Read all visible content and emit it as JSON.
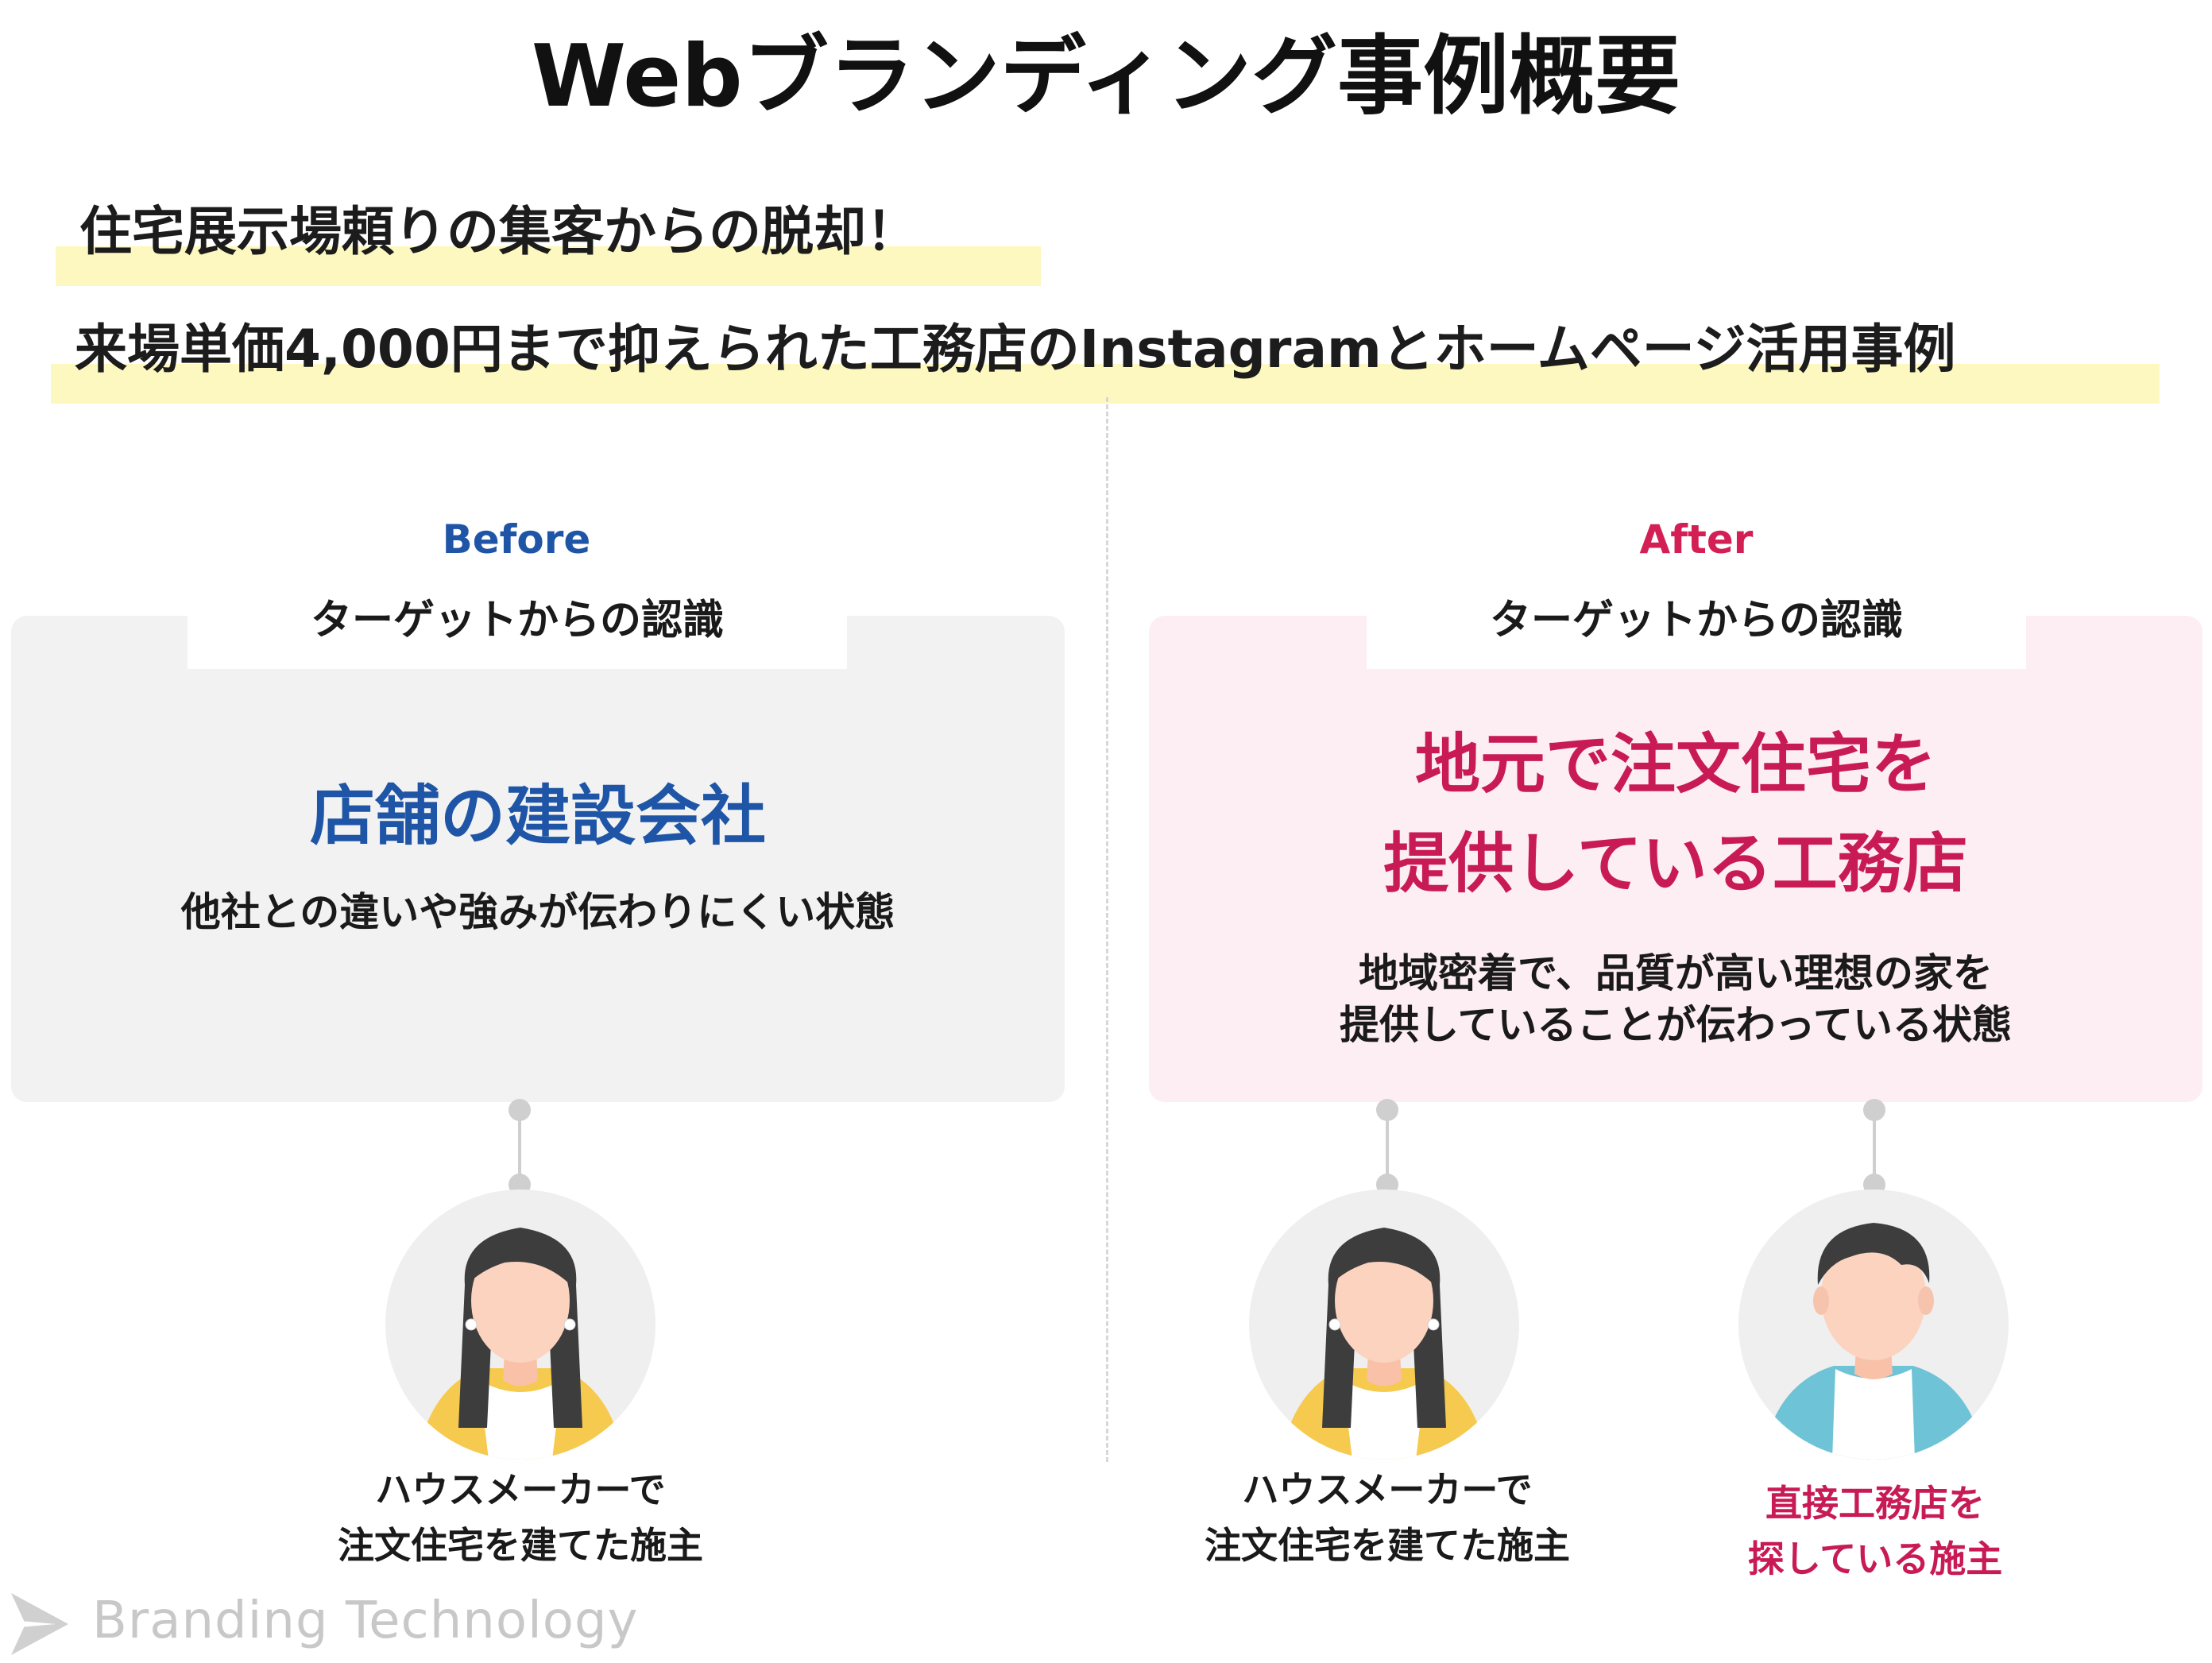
{
  "title": "Webブランディング事例概要",
  "headlines": [
    "住宅展示場頼りの集客からの脱却！",
    "来場単価4,000円まで抑えられた工務店のInstagramとホームページ活用事例"
  ],
  "before": {
    "label": "Before",
    "tab": "ターゲットからの認識",
    "main": "店舗の建設会社",
    "sub": "他社との違いや強みが伝わりにくい状態",
    "persona_line1": "ハウスメーカーで",
    "persona_line2": "注文住宅を建てた施主"
  },
  "after": {
    "label": "After",
    "tab": "ターゲットからの認識",
    "main_line1": "地元で注文住宅を",
    "main_line2": "提供している工務店",
    "sub_line1": "地域密着で、品質が高い理想の家を",
    "sub_line2": "提供していることが伝わっている状態",
    "persona1_line1": "ハウスメーカーで",
    "persona1_line2": "注文住宅を建てた施主",
    "persona2_line1": "直接工務店を",
    "persona2_line2": "探している施主"
  },
  "brand": "Branding Technology",
  "colors": {
    "before_accent": "#1f55a6",
    "after_accent": "#c81b55",
    "highlight": "#fdf8bf",
    "before_panel": "#f2f2f2",
    "after_panel": "#fdeef3"
  },
  "icons": {
    "avatar_1": "woman-avatar-icon",
    "avatar_2": "woman-avatar-icon",
    "avatar_3": "man-avatar-icon",
    "logo": "branding-technology-logo"
  }
}
